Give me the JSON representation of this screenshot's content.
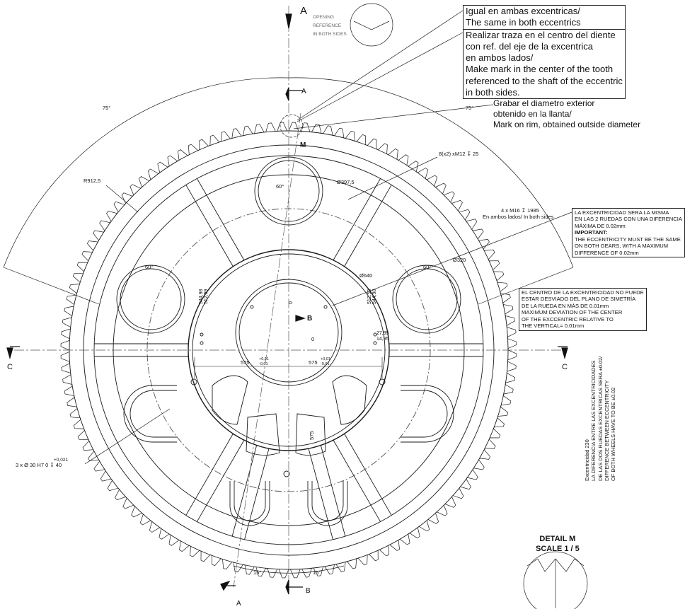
{
  "notes": {
    "eccentrics_lines": [
      "Igual en ambas excentricas/",
      "The same in both eccentrics",
      "Realizar traza en el centro del diente",
      "con ref. del eje de la excentrica",
      "en ambos lados/",
      "Make mark in the center of the tooth",
      "referenced to the shaft of the eccentric",
      "in both sides."
    ],
    "engrave_lines": [
      "Grabar el diametro exterior",
      "obtenido en la llanta/",
      "Mark on rim, obtained outside diameter"
    ],
    "eccentricity_lines": [
      "LA EXCENTRICIDAD SERA LA MISMA",
      "EN LAS 2 RUEDAS CON UNA DIFERENCIA",
      "MÁXIMA DE 0.02mm",
      "IMPORTANT:",
      "THE ECCENTRICITY MUST BE THE SAME",
      "ON BOTH GEARS, WITH A MAXIMUM",
      "DIFFERENCE OF 0.02mm"
    ],
    "deviation_lines": [
      "EL CENTRO DE LA EXCENTRICIDAD NO PUEDE",
      "ESTAR DESVIADO DEL PLANO DE SIMETRÍA",
      "DE LA RUEDA EN MÁS DE 0.01mm",
      "MAXIMUM DEVIATION OF THE CENTER",
      "OF THE EXCCENTRIC RELATIVE TO",
      "THE VERTICAL= 0.01mm"
    ],
    "difference_lines": [
      "Excentricidad 230",
      "LA DIFERENCIA ENTRE LAS EXCENTRICIDADES",
      "DE LAS DOS RUEDAS EXCENTRICAS SERA ±0.02/",
      "DIFFERENCE BETWEEN ECCENTRICITY",
      "OF BOTH WHEELS HAVE TO BE ±0.02"
    ],
    "detail_title": "DETAIL M",
    "detail_scale": "SCALE 1 / 5",
    "opening_lines": [
      "OPENING",
      "REFERENCE",
      "IN BOTH SIDES"
    ]
  },
  "labels": {
    "section_a": "A",
    "section_b": "B",
    "section_c": "C",
    "detail_m": "M",
    "radius": "R912,5",
    "dia_397": "Ø397,5",
    "dia_640": "Ø640",
    "dia_320": "Ø320",
    "angle_60": "60°",
    "angle_75": "75°",
    "angle_15": "15°",
    "holes_m12": "8(x2) xM12 ↧ 25",
    "holes_m16": "4 x M16 ↧ 1985",
    "holes_m16_sub": "En ambos lados/ In both sides",
    "holes_h7": "3 x Ø 30 H7  0   ↧ 40",
    "holes_h7_tol": "+0,021",
    "dim_575": "575",
    "tol_575_upper": "+0,01",
    "tol_575_lower": "-0,01",
    "dim_544": "544,98",
    "dim_512": "512,59",
    "dim_2795": "27,95",
    "dim_1495": "14,95",
    "zero": "0"
  },
  "colors": {
    "line": "#1a1a1a",
    "center": "#555555",
    "paper": "#ffffff"
  }
}
